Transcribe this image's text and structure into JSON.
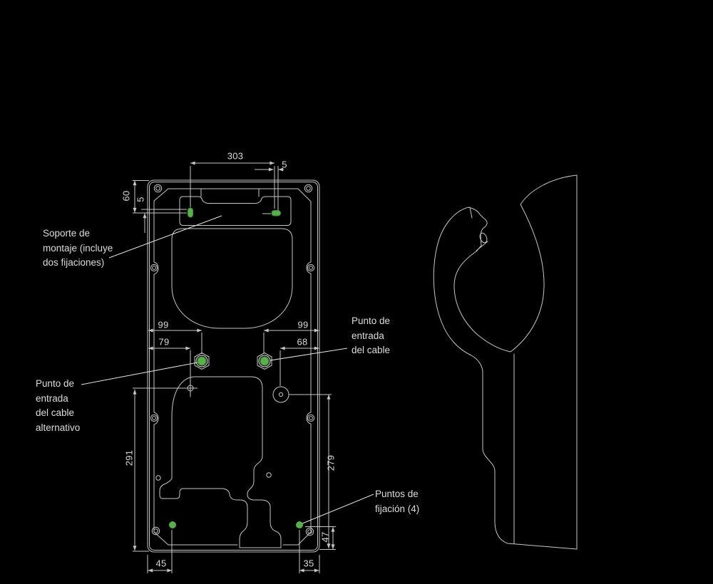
{
  "drawing": {
    "title": "Hand dryer backplate installation drawing",
    "colors": {
      "background": "#000000",
      "line": "#c6c6c6",
      "text": "#d9d9d9",
      "accent_green": "#58b04a"
    },
    "labels": {
      "mounting": [
        "Soporte de",
        "montaje (incluye",
        "dos fijaciones)"
      ],
      "cable_entry": [
        "Punto de",
        "entrada",
        "del cable"
      ],
      "cable_entry_alt": [
        "Punto de",
        "entrada",
        "del cable",
        "alternativo"
      ],
      "fixing_points": [
        "Puntos de",
        "fijación (4)"
      ]
    },
    "dimensions": {
      "bracket_width": "303",
      "bracket_offset": "5",
      "top_to_bracket": "60",
      "bracket_slot_offset": "5",
      "cable_left": "99",
      "cable_alt_left": "79",
      "cable_right": "99",
      "cable_alt_right": "68",
      "height_left": "291",
      "height_right": "279",
      "fixing_bottom": "47",
      "fixing_left": "45",
      "fixing_right": "35"
    }
  }
}
